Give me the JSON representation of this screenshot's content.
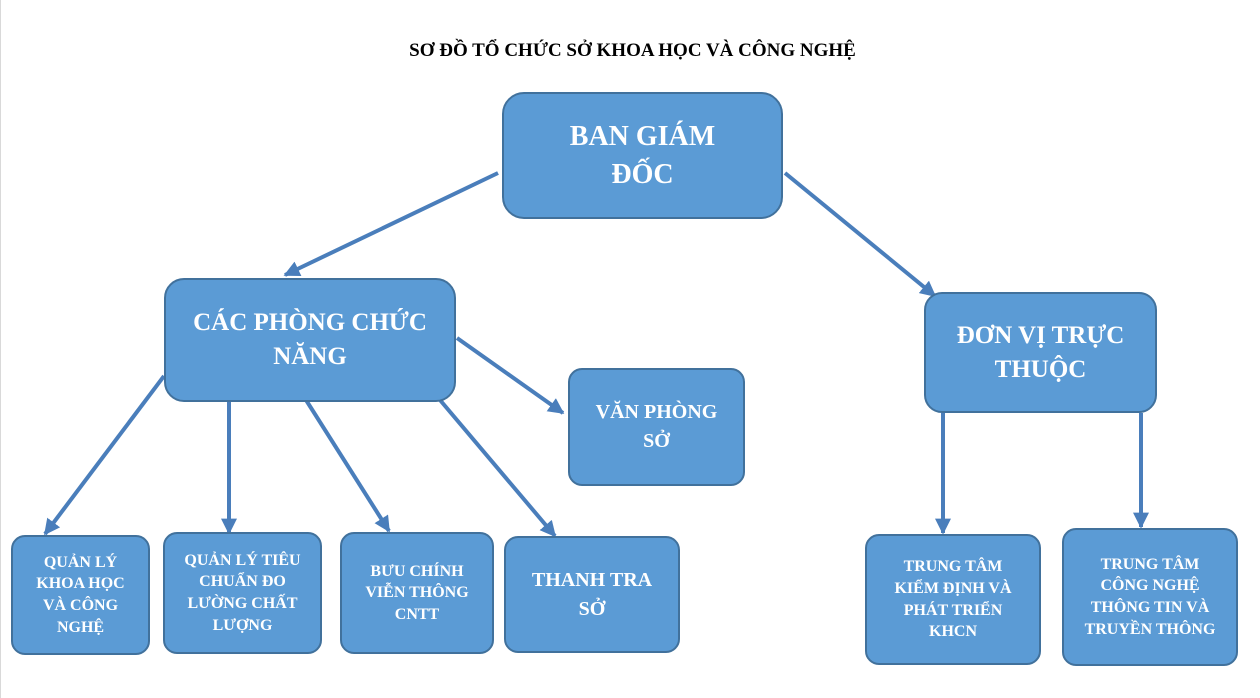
{
  "title": "SƠ ĐỒ TỔ CHỨC SỞ KHOA HỌC VÀ CÔNG NGHỆ",
  "nodes": {
    "ban_giam_doc": "BAN GIÁM ĐỐC",
    "cac_phong_chuc_nang": "CÁC PHÒNG CHỨC NĂNG",
    "van_phong_so": "VĂN PHÒNG SỞ",
    "don_vi_truc_thuoc": "ĐƠN VỊ TRỰC THUỘC",
    "quan_ly_khcn": "QUẢN LÝ KHOA HỌC VÀ CÔNG NGHỆ",
    "quan_ly_tcdlcl": "QUẢN LÝ TIÊU CHUẨN ĐO LƯỜNG CHẤT LƯỢNG",
    "buu_chinh": "BƯU CHÍNH VIỄN THÔNG CNTT",
    "thanh_tra": "THANH TRA SỞ",
    "trung_tam_kiem_dinh": "TRUNG TÂM KIỂM ĐỊNH VÀ PHÁT TRIỂN KHCN",
    "trung_tam_cntt": "TRUNG TÂM CÔNG NGHỆ THÔNG TIN VÀ TRUYỀN THÔNG"
  },
  "colors": {
    "box_fill": "#5b9bd5",
    "box_border": "#41719c",
    "connector": "#4a7ebb",
    "box_text": "#ffffff"
  }
}
